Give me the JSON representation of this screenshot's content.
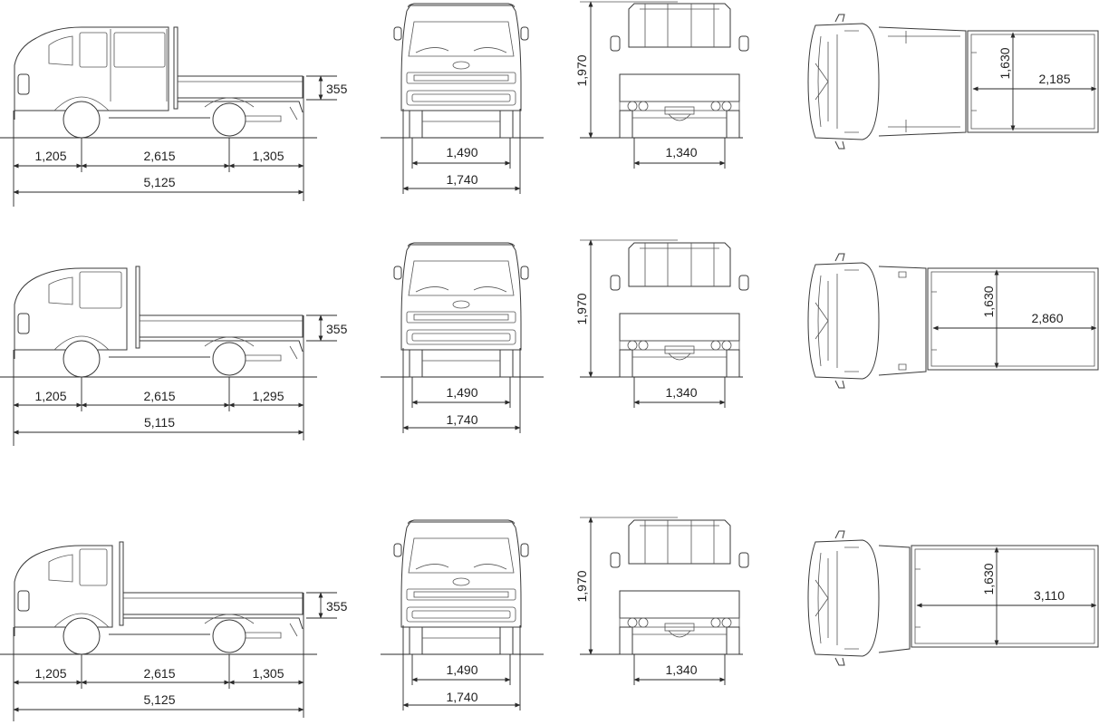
{
  "rows": [
    {
      "id": "double-cab",
      "side": {
        "front_overhang": "1,205",
        "wheelbase": "2,615",
        "rear_overhang": "1,305",
        "overall_length": "5,125",
        "deck_height": "355"
      },
      "front": {
        "tread": "1,490",
        "overall_width": "1,740"
      },
      "rear": {
        "overall_height": "1,970",
        "rear_tread": "1,340"
      },
      "top": {
        "deck_width": "1,630",
        "deck_length": "2,185"
      }
    },
    {
      "id": "king-cab",
      "side": {
        "front_overhang": "1,205",
        "wheelbase": "2,615",
        "rear_overhang": "1,295",
        "overall_length": "5,115",
        "deck_height": "355"
      },
      "front": {
        "tread": "1,490",
        "overall_width": "1,740"
      },
      "rear": {
        "overall_height": "1,970",
        "rear_tread": "1,340"
      },
      "top": {
        "deck_width": "1,630",
        "deck_length": "2,860"
      }
    },
    {
      "id": "standard-cab",
      "side": {
        "front_overhang": "1,205",
        "wheelbase": "2,615",
        "rear_overhang": "1,305",
        "overall_length": "5,125",
        "deck_height": "355"
      },
      "front": {
        "tread": "1,490",
        "overall_width": "1,740"
      },
      "rear": {
        "overall_height": "1,970",
        "rear_tread": "1,340"
      },
      "top": {
        "deck_width": "1,630",
        "deck_length": "3,110"
      }
    }
  ]
}
